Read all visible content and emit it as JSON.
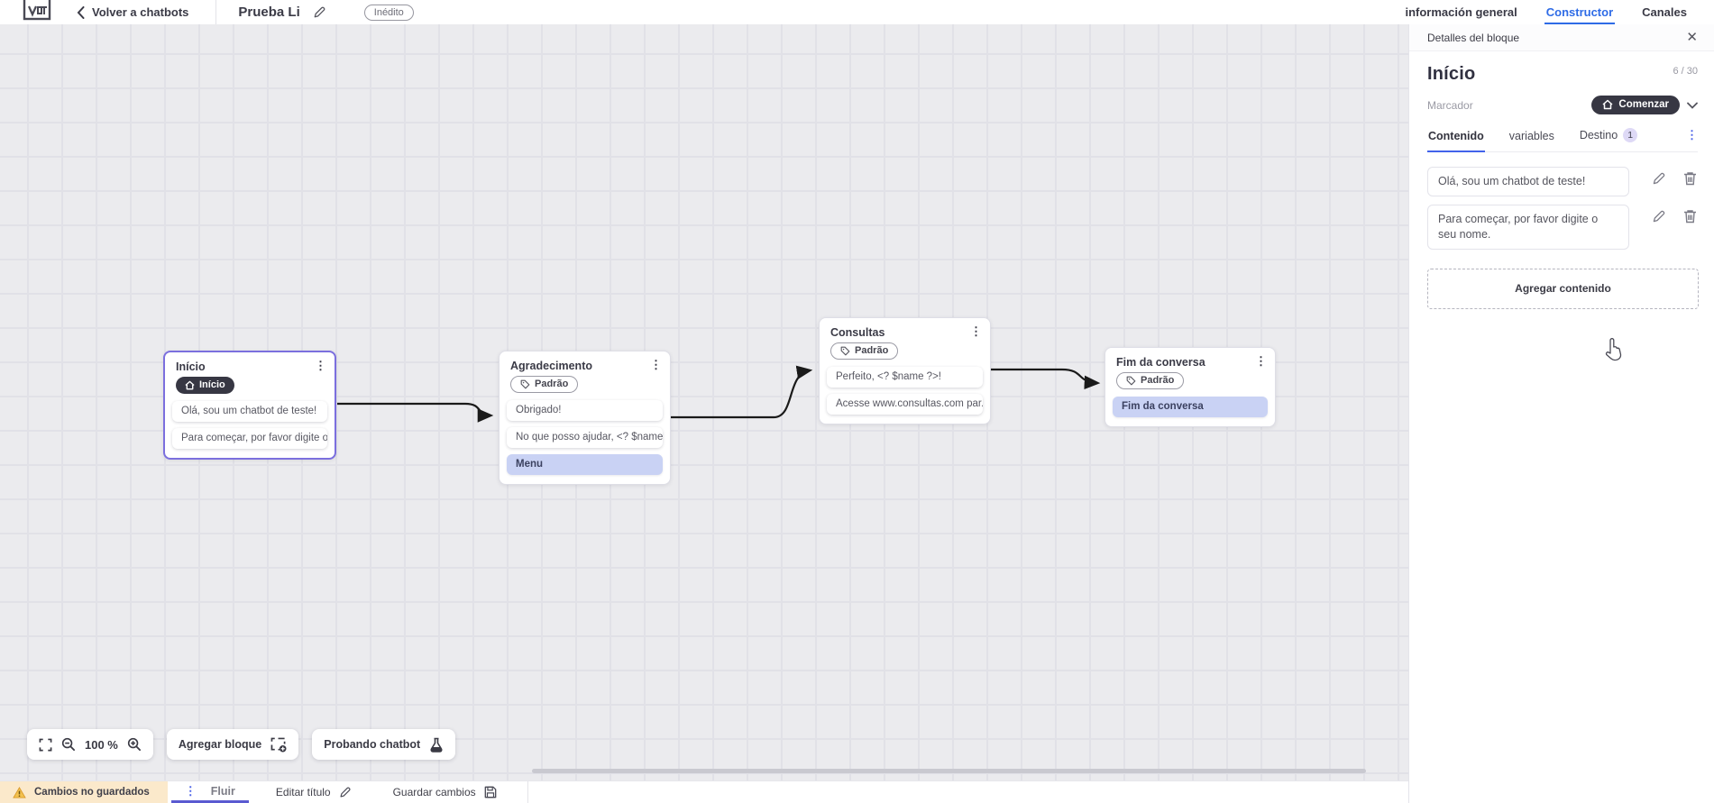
{
  "colors": {
    "accent_blue": "#2e6be6",
    "tab_underline_indigo": "#5a5ad1",
    "panel_tab_underline": "#4263eb",
    "dark_pill": "#373743",
    "highlight_row": "#c9d2f4",
    "selected_block_border": "#7b6fde",
    "warning_bg": "#fbe9cb",
    "warning_icon": "#e8a33d",
    "canvas_bg": "#ebebee",
    "connector": "#1a1a1a"
  },
  "header": {
    "back_label": "Volver a chatbots",
    "title": "Prueba Li",
    "status_badge": "Inédito",
    "tabs": [
      {
        "label": "información general"
      },
      {
        "label": "Constructor"
      },
      {
        "label": "Canales"
      }
    ]
  },
  "canvas": {
    "blocks": [
      {
        "title": "Início",
        "badge_label": "Início",
        "rows": [
          {
            "text": "Olá, sou um chatbot de teste!"
          },
          {
            "text": "Para começar, por favor digite o ..."
          }
        ]
      },
      {
        "title": "Agradecimento",
        "badge_label": "Padrão",
        "rows": [
          {
            "text": "Obrigado!"
          },
          {
            "text": "No que posso ajudar, <? $name ..."
          },
          {
            "text": "Menu"
          }
        ]
      },
      {
        "title": "Consultas",
        "badge_label": "Padrão",
        "rows": [
          {
            "text": "Perfeito, <? $name ?>!"
          },
          {
            "text": "Acesse www.consultas.com par..."
          }
        ]
      },
      {
        "title": "Fim da conversa",
        "badge_label": "Padrão",
        "rows": [
          {
            "text": "Fim da conversa"
          }
        ]
      }
    ],
    "toolbar": {
      "zoom_level": "100 %",
      "add_block_label": "Agregar bloque",
      "test_chatbot_label": "Probando chatbot"
    }
  },
  "panel": {
    "header_title": "Detalles del bloque",
    "block_name": "Início",
    "char_counter": "6 / 30",
    "marker_label": "Marcador",
    "marker_value": "Comenzar",
    "tabs": [
      {
        "label": "Contenido"
      },
      {
        "label": "variables"
      },
      {
        "label": "Destino",
        "badge": "1"
      }
    ],
    "content_items": [
      {
        "text": "Olá, sou um chatbot de teste!"
      },
      {
        "text": "Para começar, por favor digite o seu nome."
      }
    ],
    "add_content_label": "Agregar contenido"
  },
  "footer": {
    "warning_label": "Cambios no guardados",
    "flow_tab_label": "Fluir",
    "edit_title_label": "Editar título",
    "save_label": "Guardar cambios"
  }
}
